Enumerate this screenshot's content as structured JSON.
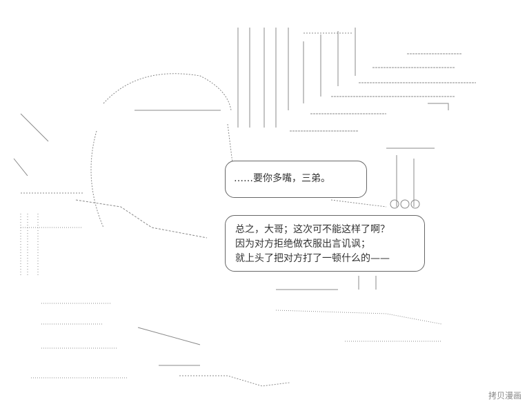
{
  "dialogue": {
    "bubble1": "……要你多嘴，三弟。",
    "bubble2": [
      "总之，大哥；这次可不能这样了啊？",
      "因为对方拒绝做衣服出言讥讽；",
      "就上头了把对方打了一顿什么的——"
    ]
  },
  "watermark": "拷贝漫画",
  "colors": {
    "ink": "#333333",
    "border": "#666666",
    "background": "#ffffff"
  }
}
